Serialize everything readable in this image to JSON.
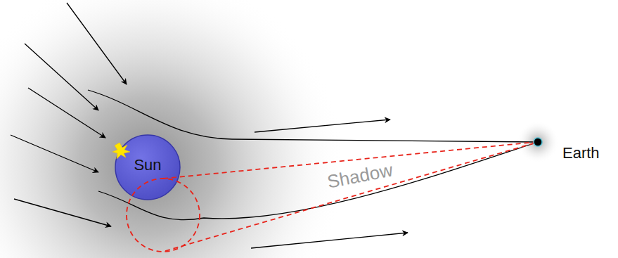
{
  "diagram": {
    "nodes": [
      {
        "text": [
          "Sun"
        ]
      },
      {
        "text": [
          "Earth"
        ]
      }
    ],
    "labels": [
      "Shadow"
    ]
  }
}
